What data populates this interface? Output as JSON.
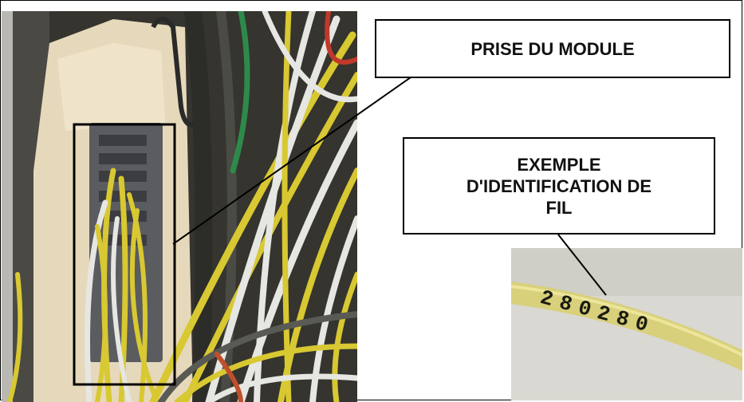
{
  "callouts": {
    "module_socket": "PRISE DU MODULE",
    "wire_id_line1": "EXEMPLE",
    "wire_id_line2": "D'IDENTIFICATION DE",
    "wire_id_line3": "FIL"
  },
  "inset": {
    "wire_print": "280280"
  },
  "photo": {
    "subject": "harness-with-module-connector",
    "colors": {
      "yellow_wire": "#d8c832",
      "white_wire": "#e6e6e2",
      "grey_wire": "#5a5a55",
      "module_housing": "#e8dcc0",
      "connector": "#55575a"
    }
  }
}
